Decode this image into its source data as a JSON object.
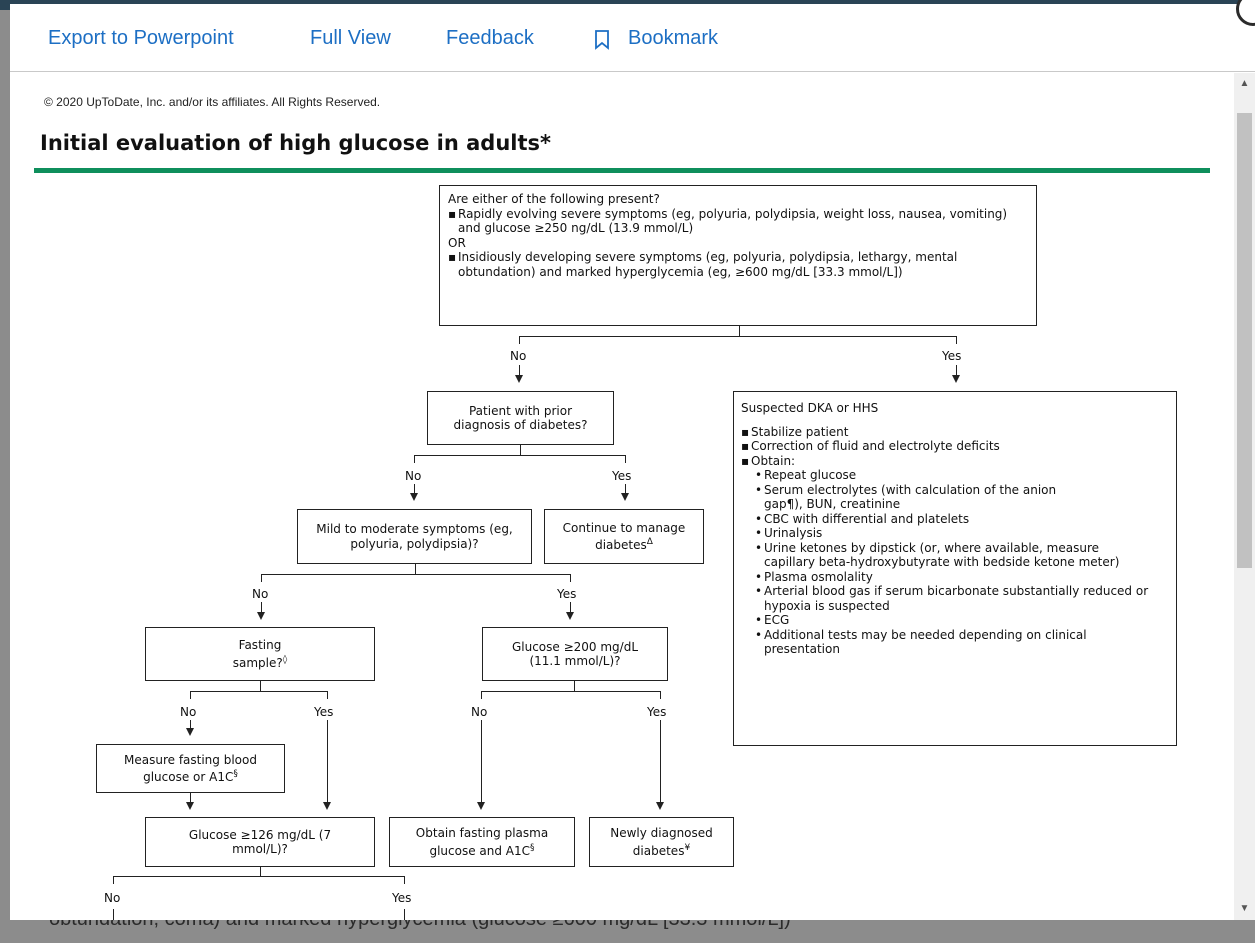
{
  "toolbar": {
    "export_label": "Export to Powerpoint",
    "full_view_label": "Full View",
    "feedback_label": "Feedback",
    "bookmark_label": "Bookmark"
  },
  "figure": {
    "copyright": "© 2020 UpToDate, Inc. and/or its affiliates. All Rights Reserved.",
    "title": "Initial evaluation of high glucose in adults*"
  },
  "flowchart": {
    "top_box": {
      "heading": "Are either of the following present?",
      "item1": "Rapidly evolving severe symptoms (eg, polyuria, polydipsia, weight loss, nausea, vomiting) and glucose ≥250 ng/dL (13.9 mmol/L)",
      "or": "OR",
      "item2": "Insidiously developing severe symptoms (eg, polyuria, polydipsia, lethargy, mental obtundation) and marked hyperglycemia (eg, ≥600 mg/dL [33.3 mmol/L])"
    },
    "no": "No",
    "yes": "Yes",
    "prior_diagnosis": "Patient with prior diagnosis of diabetes?",
    "mild_symptoms": "Mild to moderate symptoms (eg, polyuria, polydipsia)?",
    "continue_manage": "Continue to manage diabetes",
    "continue_sup": "Δ",
    "fasting_sample": "Fasting sample?",
    "fasting_sup": "◊",
    "glucose_200": "Glucose ≥200 mg/dL (11.1 mmol/L)?",
    "measure_fasting": "Measure fasting blood glucose or A1C",
    "measure_sup": "§",
    "glucose_126": "Glucose ≥126 mg/dL (7 mmol/L)?",
    "obtain_fasting": "Obtain fasting plasma glucose and A1C",
    "obtain_sup": "§",
    "newly_diagnosed": "Newly diagnosed diabetes",
    "newly_sup": "¥",
    "dka": {
      "heading": "Suspected DKA or HHS",
      "items": [
        "Stabilize patient",
        "Correction of fluid and electrolyte deficits",
        "Obtain:"
      ],
      "subitems": [
        "Repeat glucose",
        "Serum electrolytes (with calculation of the anion gap¶), BUN, creatinine",
        "CBC with differential and platelets",
        "Urinalysis",
        "Urine ketones by dipstick (or, where available, measure capillary beta-hydroxybutyrate with bedside ketone meter)",
        "Plasma osmolality",
        "Arterial blood gas if serum bicarbonate substantially reduced or hypoxia is suspected",
        "ECG",
        "Additional tests may be needed depending on clinical presentation"
      ]
    }
  },
  "background_page": {
    "bottom_text": "obtundation, coma) and marked hyperglycemia (glucose ≥600 mg/dL [33.3 mmol/L])"
  },
  "colors": {
    "link": "#1d6fc4",
    "rule": "#0f8f5c"
  }
}
